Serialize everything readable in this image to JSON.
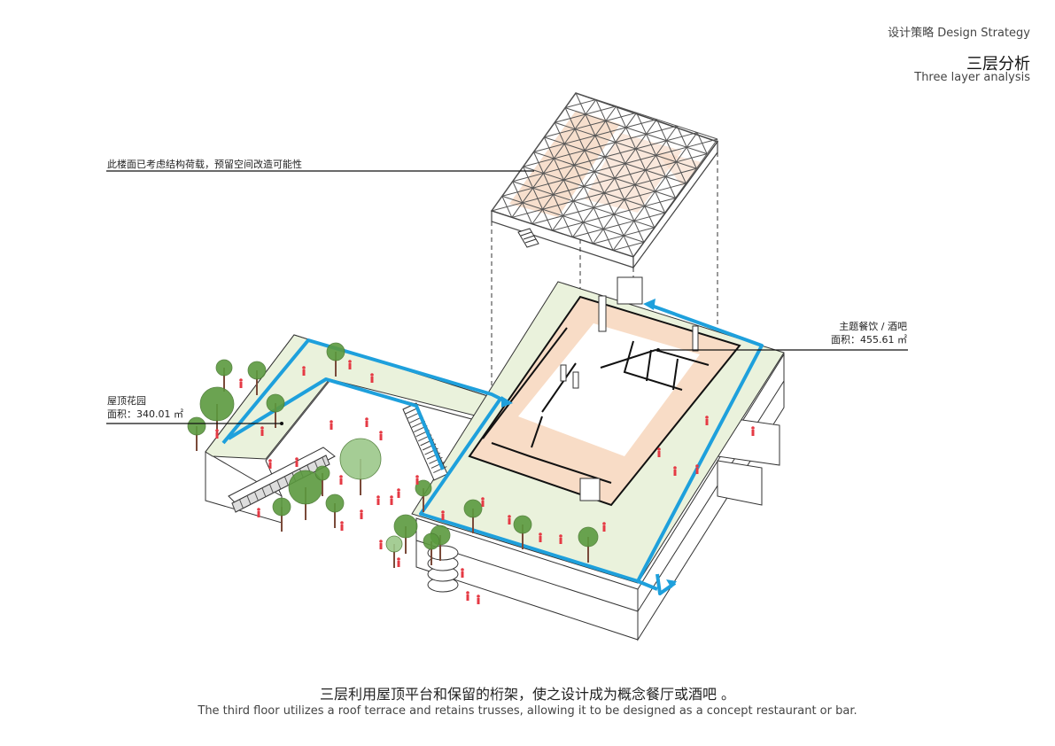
{
  "header": {
    "subtitle": "设计策略 Design Strategy",
    "title": "三层分析",
    "title_en": "Three layer analysis"
  },
  "annotations": {
    "truss_note": "此楼面已考虑结构荷载，预留空间改造可能性",
    "restaurant_name": "主题餐饮 / 酒吧",
    "restaurant_area": "面积：455.61 ㎡",
    "garden_name": "屋顶花园",
    "garden_area": "面积：340.01 ㎡"
  },
  "caption": {
    "cn": "三层利用屋顶平台和保留的桁架，使之设计成为概念餐厅或酒吧 。",
    "en": "The third floor utilizes a roof terrace and retains trusses, allowing it to be designed as a concept restaurant or bar."
  },
  "colors": {
    "circulation": "#1ea0dc",
    "terrace": "#eaf2dc",
    "restaurant_floor": "#f8dcc6",
    "tree_dark": "#5b9a3f",
    "tree_light": "#9cc88a",
    "people": "#e53a44",
    "line": "#222222"
  }
}
